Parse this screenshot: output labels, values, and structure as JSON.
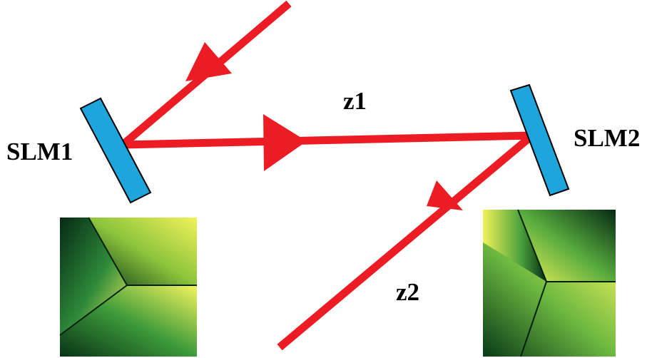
{
  "labels": {
    "slm1": "SLM1",
    "slm2": "SLM2",
    "z1": "z1",
    "z2": "z2"
  },
  "colors": {
    "beam": "#ec1c24",
    "slm": "#1ea6dc",
    "slm_outline": "#000000",
    "phase_dark": "#062a14",
    "phase_mid": "#2e8a3a",
    "phase_light": "#f2f25a"
  },
  "components": {
    "slm1": {
      "kind": "spatial-light-modulator",
      "hologram": "three-sector-phase-pattern"
    },
    "slm2": {
      "kind": "spatial-light-modulator",
      "hologram": "three-sector-phase-pattern"
    }
  }
}
